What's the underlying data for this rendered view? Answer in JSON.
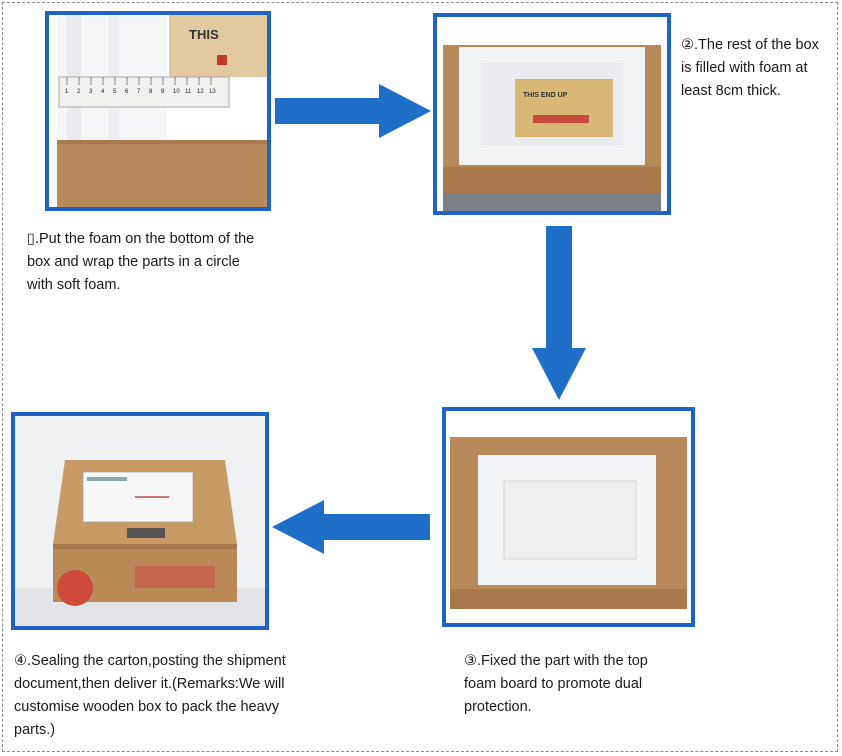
{
  "steps": [
    {
      "number": "▯",
      "text": ".Put the foam on the bottom of the box and wrap the parts in a circle with soft foam.",
      "photo_labels": {
        "box_print": "THIS",
        "ruler_marks": [
          "1",
          "2",
          "3",
          "4",
          "5",
          "6",
          "7",
          "8",
          "9",
          "10",
          "11",
          "12",
          "13"
        ]
      }
    },
    {
      "number": "②",
      "text": ".The rest of the box is filled with foam at least 8cm thick.",
      "photo_labels": {
        "box_print": "THIS END UP"
      }
    },
    {
      "number": "③",
      "text": ".Fixed the part with the top foam board to promote dual protection."
    },
    {
      "number": "④",
      "text": ".Sealing the carton,posting the shipment document,then deliver it.(Remarks:We will customise wooden box to pack the heavy parts.)"
    }
  ],
  "colors": {
    "frame_border": "#1f63c6",
    "arrow": "#1f6fc8",
    "cardboard": "#b8895a",
    "foam": "#f3f4f6"
  },
  "icons": [
    "arrow-right-icon",
    "arrow-down-icon",
    "arrow-left-icon"
  ]
}
